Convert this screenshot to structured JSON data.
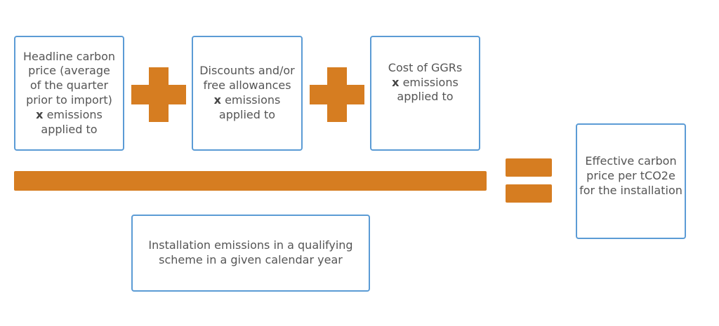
{
  "boxes": {
    "headline": {
      "lines": [
        "Headline carbon",
        "price (average",
        "of the quarter",
        "prior to import)"
      ],
      "bold_prefix": "x",
      "emission_text": "emissions",
      "last_line": "applied to"
    },
    "discounts": {
      "lines": [
        "Discounts and/or",
        "free allowances"
      ],
      "bold_prefix": "x",
      "emission_text": "emissions",
      "last_line": "applied to"
    },
    "ggr": {
      "lines": [
        "Cost of GGRs"
      ],
      "bold_prefix": "x",
      "emission_text": "emissions",
      "last_line": "applied to"
    },
    "installation": {
      "lines": [
        "Installation emissions in a qualifying",
        "scheme in a given calendar year"
      ]
    },
    "effective": {
      "lines": [
        "Effective carbon",
        "price per tCO2e",
        "for the installation"
      ]
    }
  },
  "colors": {
    "accent": "#d67d21",
    "border": "#5b9bd5",
    "text": "#555555"
  }
}
